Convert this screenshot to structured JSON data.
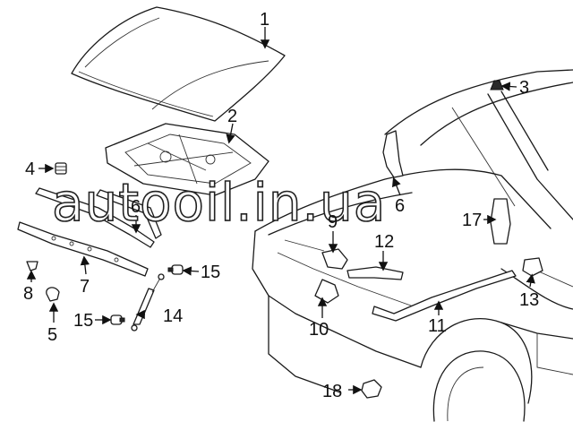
{
  "watermark": "autooil.in.ua",
  "callouts": {
    "p1": "1",
    "p2": "2",
    "p3": "3",
    "p4": "4",
    "p5": "5",
    "p6a": "6",
    "p6b": "6",
    "p7": "7",
    "p8": "8",
    "p9": "9",
    "p10": "10",
    "p11": "11",
    "p12": "12",
    "p13": "13",
    "p14": "14",
    "p15a": "15",
    "p15b": "15",
    "p17": "17",
    "p18": "18"
  }
}
